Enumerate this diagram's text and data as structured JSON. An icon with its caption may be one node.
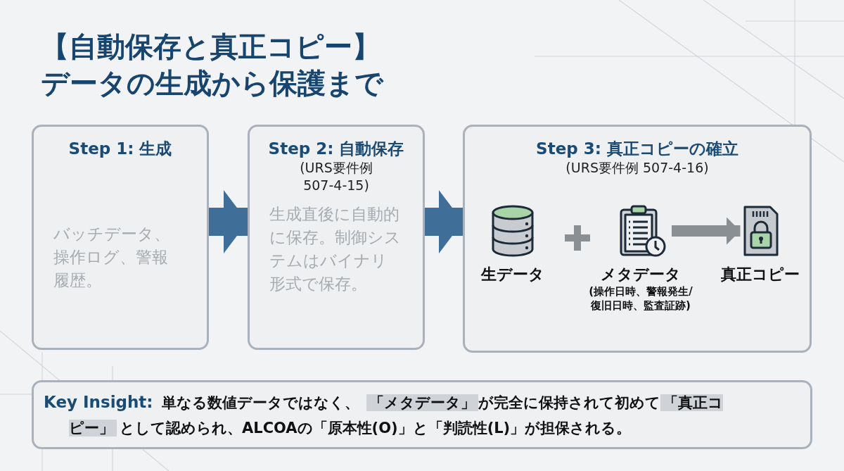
{
  "diagram": {
    "title": "【自動保存と真正コピー】データの生成から保護まで",
    "nodes": [
      {
        "text": [
          "Step 1: 生成",
          "バッチデータ、操作ログ、警報履歴。"
        ]
      },
      {
        "text": [
          "Step 2: 自動保存",
          "(URS要件例 507-4-15)",
          "生成直後に自動的に保存。制御システムはバイナリ形式で保存。"
        ]
      },
      {
        "text": [
          "Step 3: 真正コピーの確立",
          "(URS要件例 507-4-16)"
        ]
      },
      {
        "text": [
          "生データ"
        ],
        "in": 2
      },
      {
        "text": [
          "メタデータ",
          "(操作日時、警報発生/復旧日時、監査証跡)"
        ],
        "in": 2
      },
      {
        "text": [
          "真正コピー"
        ],
        "in": 2
      },
      {
        "text": [
          "Key Insight:",
          "単なる数値データではなく、",
          "「メタデータ」",
          "が完全に保持されて初めて",
          "「真正コピー」",
          "として認められ、ALCOAの「原本性(O)」と「判読性(L)」が担保される。"
        ]
      }
    ],
    "edges": [
      {
        "from": 0,
        "to": 1,
        "arrow": "to"
      },
      {
        "from": 1,
        "to": 2,
        "arrow": "to"
      },
      {
        "from": 4,
        "to": 5,
        "arrow": "to",
        "color": "#8a8f94"
      }
    ]
  }
}
